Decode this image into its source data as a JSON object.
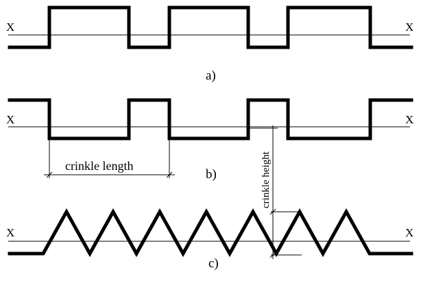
{
  "figures": [
    {
      "id": "a",
      "label": "a)",
      "shape": "square-wave",
      "phase": "up-first"
    },
    {
      "id": "b",
      "label": "b)",
      "shape": "square-wave",
      "phase": "down-first"
    },
    {
      "id": "c",
      "label": "c)",
      "shape": "triangle-wave"
    }
  ],
  "axis_marker": "X",
  "dimensions": {
    "crinkle_length": "crinkle length",
    "crinkle_height": "crinkle height"
  }
}
